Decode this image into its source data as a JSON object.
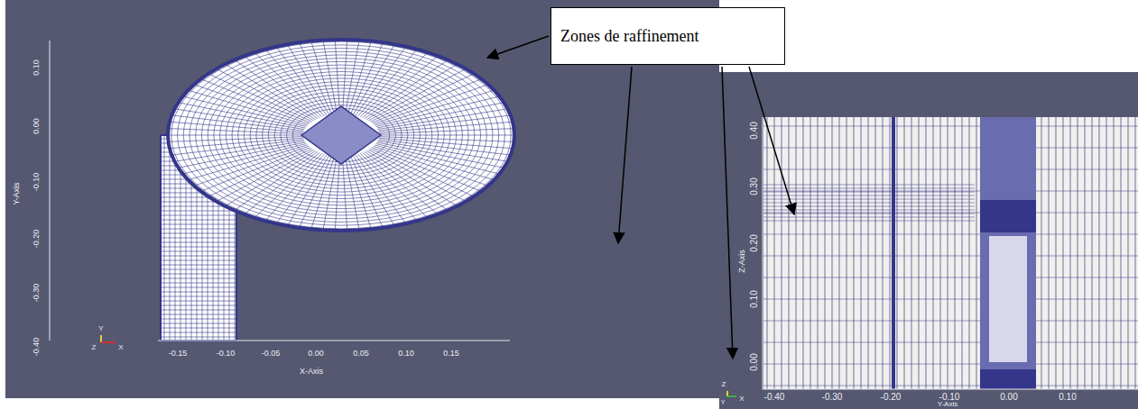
{
  "diagram": {
    "nodes": [
      {
        "text": [
          "Zones de raffinement"
        ]
      }
    ],
    "labels": [
      "0.10",
      "0.00",
      "-0.10",
      "-0.20",
      "-0.30",
      "-0.40",
      "Y-Axis",
      "-0.15",
      "-0.10",
      "-0.05",
      "0.00",
      "0.05",
      "0.10",
      "0.15",
      "X-Axis",
      "Y",
      "Z",
      "X",
      "0.40",
      "0.30",
      "0.20",
      "0.10",
      "0.00",
      "Z-Axis",
      "-0.40",
      "-0.30",
      "-0.20",
      "-0.10",
      "0.00",
      "0.10",
      "Y-Axis",
      "Z",
      "X",
      "Y"
    ]
  }
}
